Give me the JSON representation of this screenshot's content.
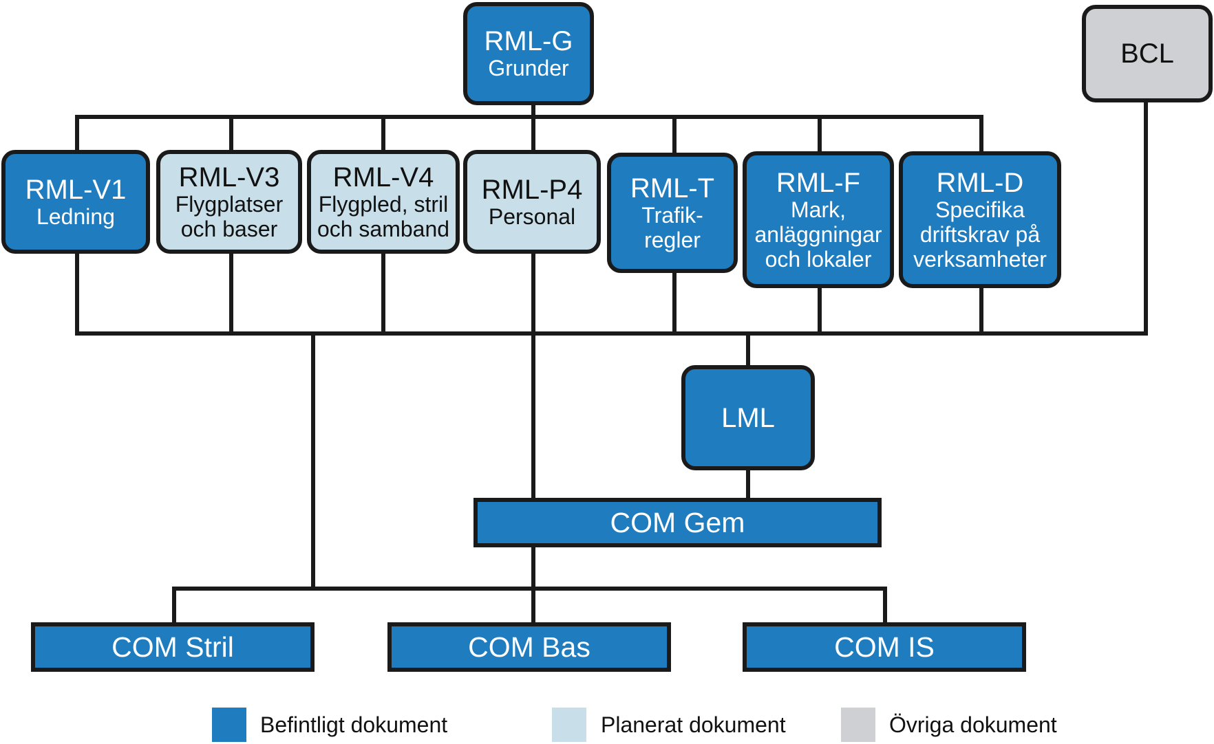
{
  "colors": {
    "existing": "#1f7cbf",
    "planned": "#c8dfe9",
    "other": "#cfd0d4",
    "line": "#1a1a1a"
  },
  "nodes": {
    "rml_g": {
      "code": "RML-G",
      "subtitle": "Grunder",
      "category": "existing"
    },
    "bcl": {
      "code": "BCL",
      "category": "other"
    },
    "rml_v1": {
      "code": "RML-V1",
      "subtitle": "Ledning",
      "category": "existing"
    },
    "rml_v3": {
      "code": "RML-V3",
      "subtitle_lines": [
        "Flygplatser",
        "och baser"
      ],
      "category": "planned"
    },
    "rml_v4": {
      "code": "RML-V4",
      "subtitle_lines": [
        "Flygpled, stril",
        "och samband"
      ],
      "category": "planned"
    },
    "rml_p4": {
      "code": "RML-P4",
      "subtitle": "Personal",
      "category": "planned"
    },
    "rml_t": {
      "code": "RML-T",
      "subtitle_lines": [
        "Trafik-",
        "regler"
      ],
      "category": "existing"
    },
    "rml_f": {
      "code": "RML-F",
      "subtitle_lines": [
        "Mark,",
        "anläggningar",
        "och lokaler"
      ],
      "category": "existing"
    },
    "rml_d": {
      "code": "RML-D",
      "subtitle_lines": [
        "Specifika",
        "driftskrav på",
        "verksamheter"
      ],
      "category": "existing"
    },
    "lml": {
      "code": "LML",
      "category": "existing"
    },
    "com_gem": {
      "code": "COM Gem",
      "category": "existing"
    },
    "com_stril": {
      "code": "COM Stril",
      "category": "existing"
    },
    "com_bas": {
      "code": "COM Bas",
      "category": "existing"
    },
    "com_is": {
      "code": "COM IS",
      "category": "existing"
    }
  },
  "legend": [
    {
      "label": "Befintligt dokument",
      "category": "existing"
    },
    {
      "label": "Planerat dokument",
      "category": "planned"
    },
    {
      "label": "Övriga dokument",
      "category": "other"
    }
  ]
}
